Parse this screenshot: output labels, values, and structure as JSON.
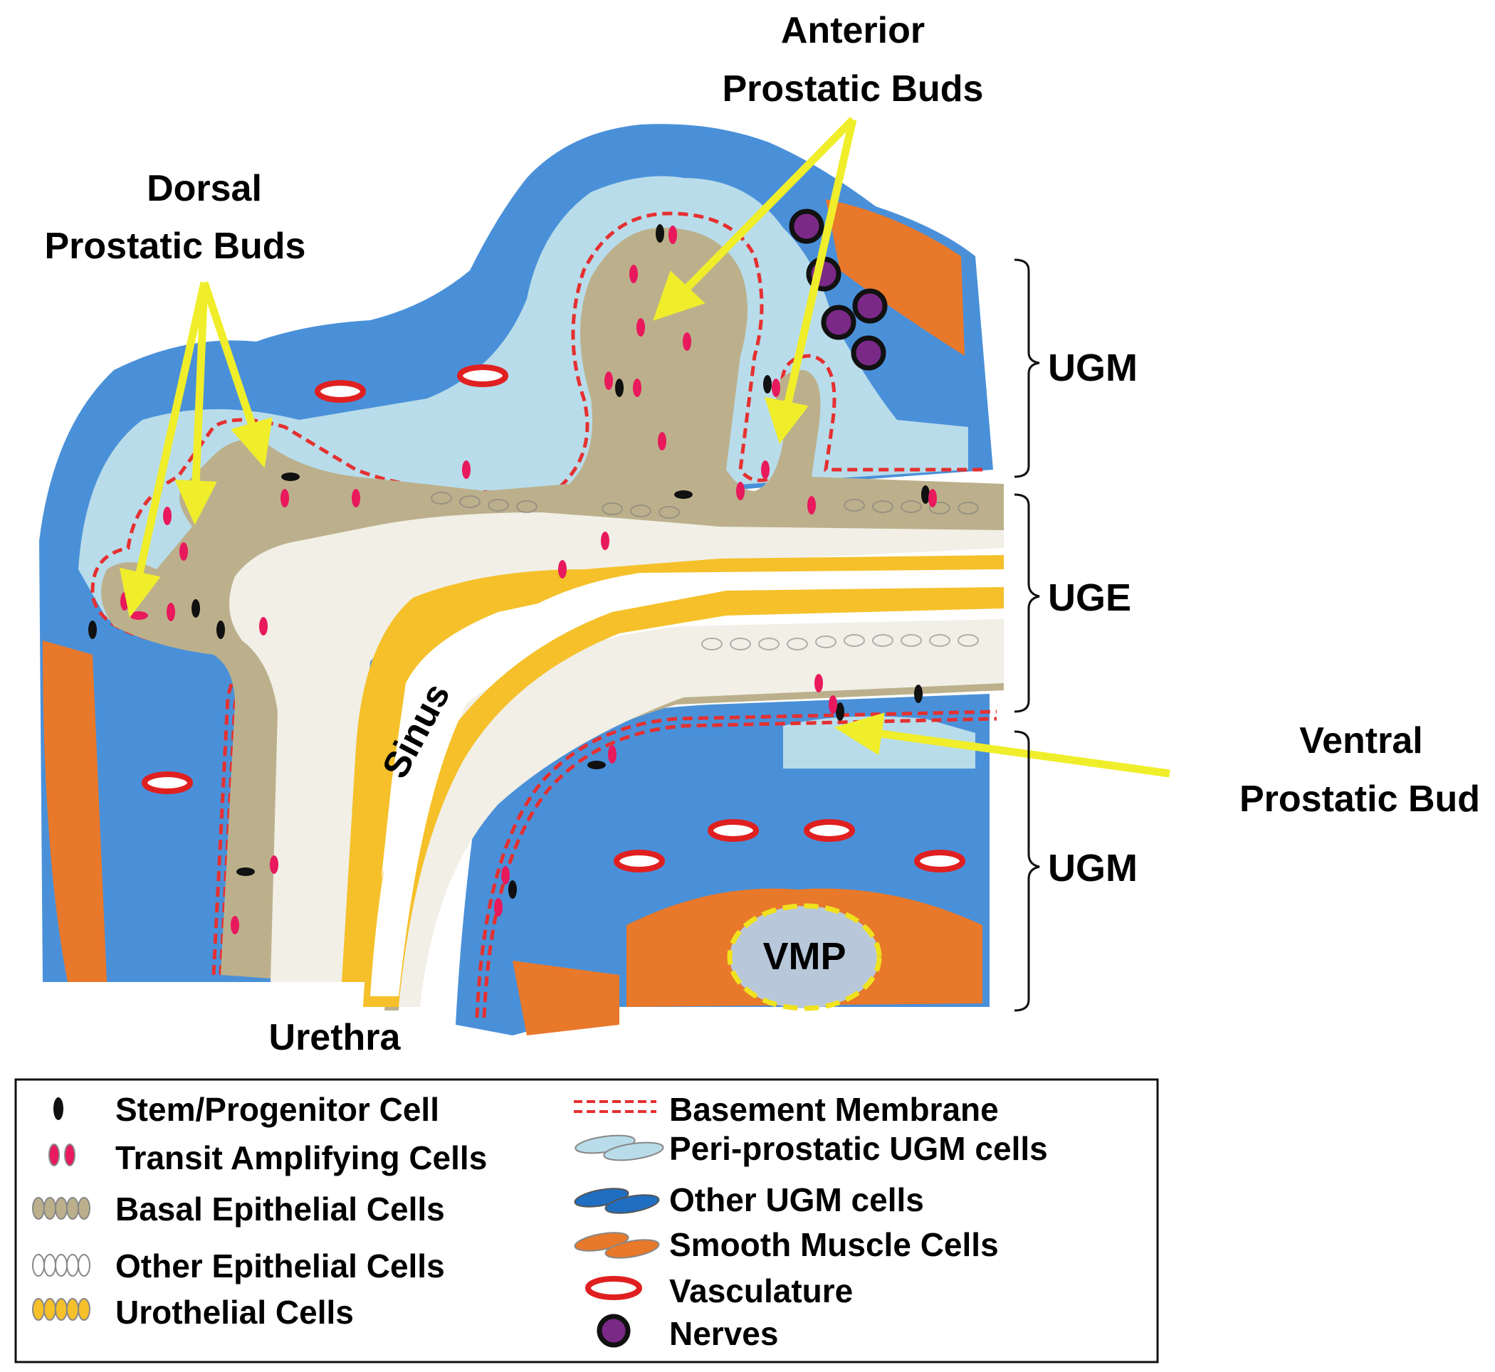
{
  "colors": {
    "other_ugm": "#4a90d9",
    "peri_prostatic": "#b8dcea",
    "smooth_muscle": "#e8782a",
    "basal": "#bcb08c",
    "other_epithelial": "#f1efe6",
    "urothelial": "#f5c02a",
    "stem": "#111111",
    "transit": "#e8195d",
    "basement": "#e53030",
    "vasculature": "#e02020",
    "nerve_fill": "#7a2a86",
    "arrow": "#f0ee2a",
    "vmp_border": "#f0e21e",
    "cell_outline": "#8a8a8a"
  },
  "labels": {
    "anterior": [
      "Anterior",
      "Prostatic Buds"
    ],
    "dorsal": [
      "Dorsal",
      "Prostatic Buds"
    ],
    "ventral": [
      "Ventral",
      "Prostatic Bud"
    ],
    "ugm_top": "UGM",
    "uge": "UGE",
    "ugm_bottom": "UGM",
    "sinus": "Sinus",
    "urethra": "Urethra",
    "vmp": "VMP"
  },
  "legend": {
    "left": [
      {
        "icon": "stem-cell-icon",
        "label": "Stem/Progenitor Cell"
      },
      {
        "icon": "transit-amplifying-icon",
        "label": "Transit Amplifying Cells"
      },
      {
        "icon": "basal-cell-icon",
        "label": "Basal Epithelial Cells"
      },
      {
        "icon": "other-epithelial-icon",
        "label": "Other Epithelial Cells"
      },
      {
        "icon": "urothelial-icon",
        "label": "Urothelial Cells"
      }
    ],
    "right": [
      {
        "icon": "basement-membrane-icon",
        "label": "Basement Membrane"
      },
      {
        "icon": "peri-prostatic-icon",
        "label": "Peri-prostatic UGM cells"
      },
      {
        "icon": "ugm-cell-icon",
        "label": "Other UGM cells"
      },
      {
        "icon": "smooth-muscle-icon",
        "label": "Smooth Muscle Cells"
      },
      {
        "icon": "vasculature-icon",
        "label": "Vasculature"
      },
      {
        "icon": "nerve-icon",
        "label": "Nerves"
      }
    ]
  }
}
